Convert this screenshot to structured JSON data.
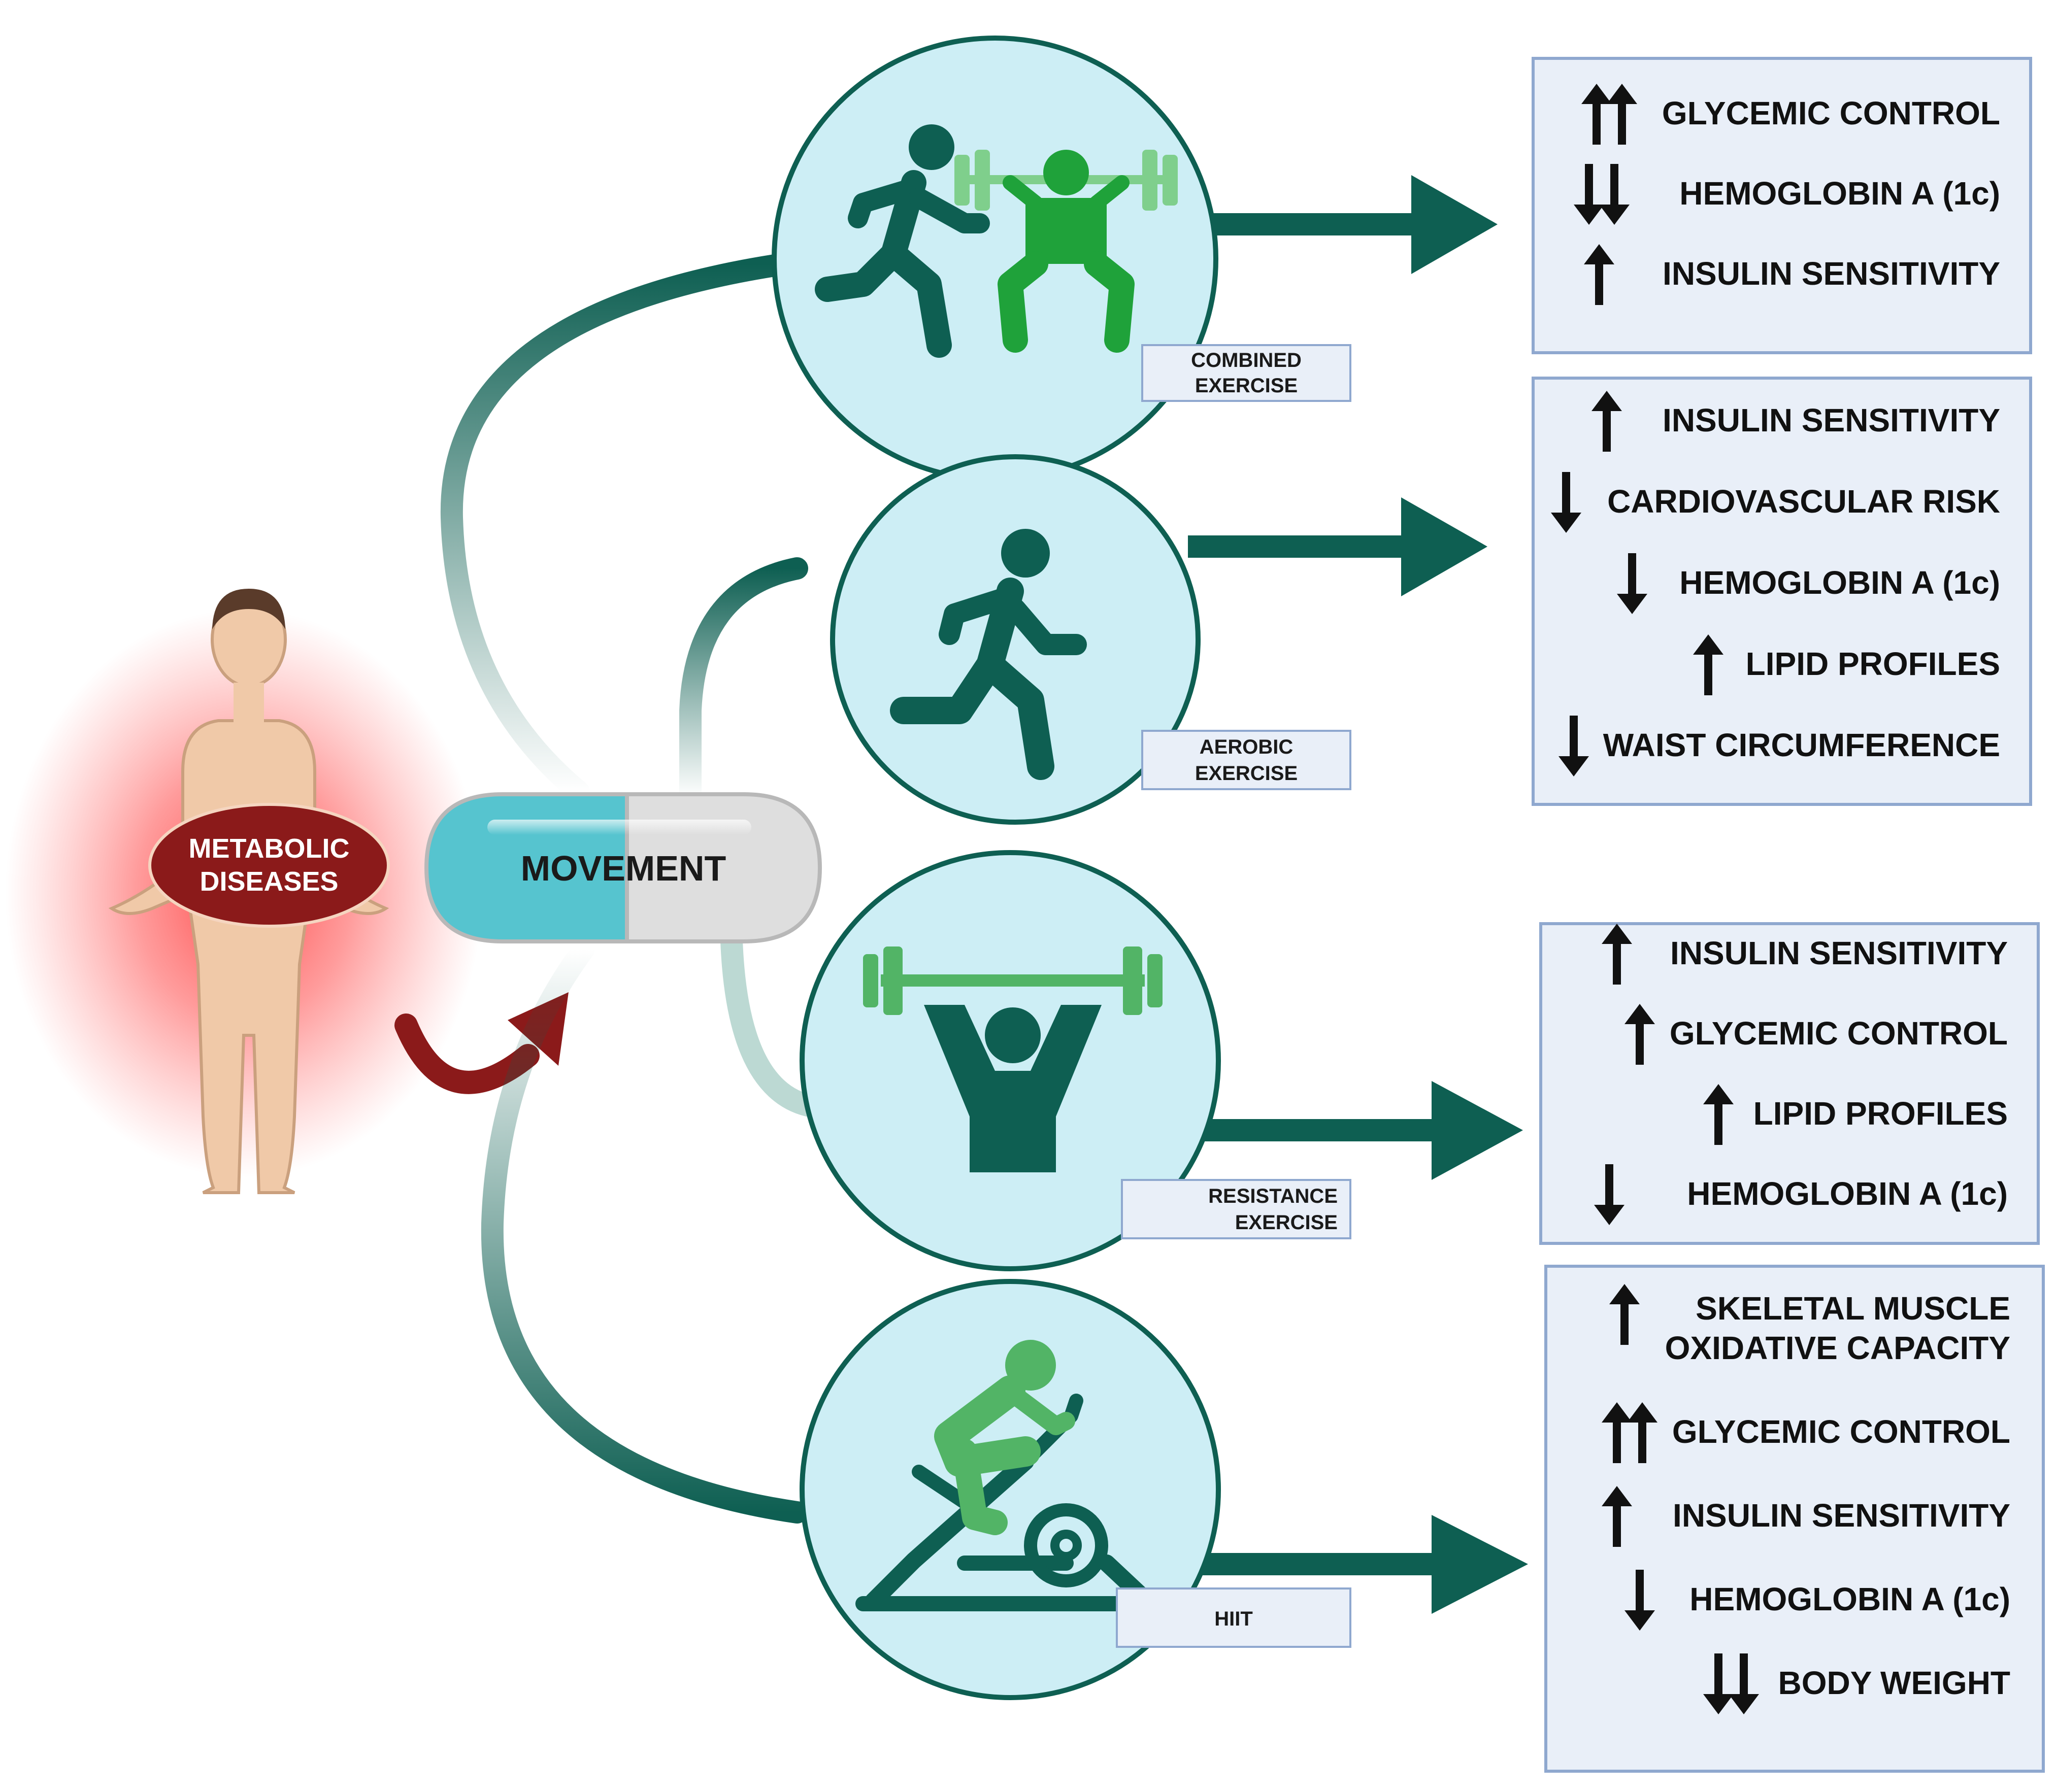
{
  "patient": {
    "label_line1": "METABOLIC",
    "label_line2": "DISEASES"
  },
  "pill": {
    "label": "MOVEMENT"
  },
  "exercises": [
    {
      "id": "combined",
      "label_line1": "COMBINED",
      "label_line2": "EXERCISE",
      "icon": "runner-and-squat-icon",
      "effects": [
        {
          "direction": "up",
          "count": 2,
          "label": "GLYCEMIC CONTROL"
        },
        {
          "direction": "down",
          "count": 2,
          "label": "HEMOGLOBIN A (1c)"
        },
        {
          "direction": "up",
          "count": 1,
          "label": "INSULIN SENSITIVITY"
        }
      ]
    },
    {
      "id": "aerobic",
      "label_line1": "AEROBIC",
      "label_line2": "EXERCISE",
      "icon": "runner-icon",
      "effects": [
        {
          "direction": "up",
          "count": 1,
          "label": "INSULIN SENSITIVITY"
        },
        {
          "direction": "down",
          "count": 1,
          "label": "CARDIOVASCULAR RISK"
        },
        {
          "direction": "down",
          "count": 1,
          "label": "HEMOGLOBIN A (1c)"
        },
        {
          "direction": "up",
          "count": 1,
          "label": "LIPID PROFILES"
        },
        {
          "direction": "down",
          "count": 1,
          "label": "WAIST CIRCUMFERENCE"
        }
      ]
    },
    {
      "id": "resistance",
      "label_line1": "RESISTANCE",
      "label_line2": "EXERCISE",
      "icon": "weightlifter-icon",
      "effects": [
        {
          "direction": "up",
          "count": 1,
          "label": "INSULIN SENSITIVITY"
        },
        {
          "direction": "up",
          "count": 1,
          "label": "GLYCEMIC CONTROL"
        },
        {
          "direction": "up",
          "count": 1,
          "label": "LIPID PROFILES"
        },
        {
          "direction": "down",
          "count": 1,
          "label": "HEMOGLOBIN A (1c)"
        }
      ]
    },
    {
      "id": "hiit",
      "label_line1": "HIIT",
      "label_line2": "",
      "icon": "stationary-bike-icon",
      "effects": [
        {
          "direction": "up",
          "count": 1,
          "label": "SKELETAL MUSCLE",
          "label2": "OXIDATIVE CAPACITY"
        },
        {
          "direction": "up",
          "count": 2,
          "label": "GLYCEMIC CONTROL"
        },
        {
          "direction": "up",
          "count": 1,
          "label": "INSULIN SENSITIVITY"
        },
        {
          "direction": "down",
          "count": 1,
          "label": "HEMOGLOBIN A (1c)"
        },
        {
          "direction": "down",
          "count": 2,
          "label": "BODY WEIGHT"
        }
      ]
    }
  ],
  "colors": {
    "dark_teal": "#0e5f52",
    "circle_fill": "#cdeef5",
    "light_green": "#52b466",
    "pale_green": "#7fcf8c",
    "bright_green": "#1fa23a",
    "box_fill": "#e9eff8",
    "box_border": "#8fa8cf",
    "disease_red": "#8b1a1a",
    "glow_red": "#ff3b3b",
    "pill_left": "#56c4cf",
    "pill_right": "#dcdcdc"
  }
}
